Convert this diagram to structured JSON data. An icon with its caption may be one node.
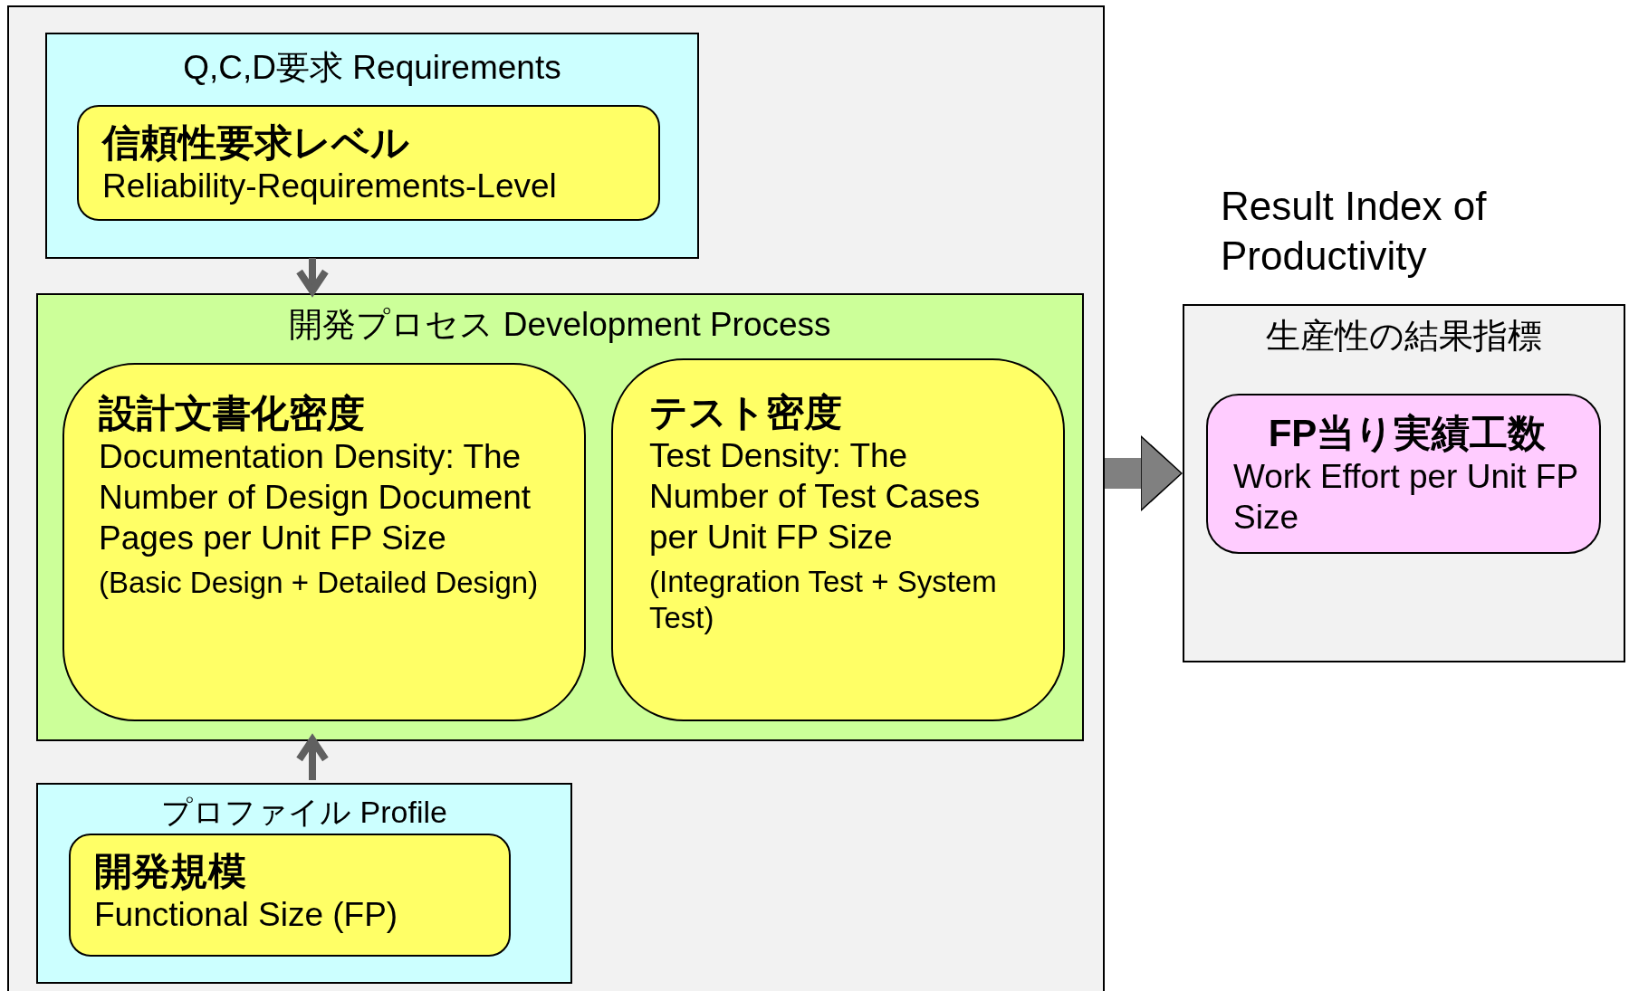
{
  "diagram": {
    "nodes": [
      {
        "text": [],
        "shape": "box"
      },
      {
        "text": [
          "Q,C,D要求 Requirements"
        ],
        "in": 0
      },
      {
        "text": [
          "信頼性要求レベル",
          "Reliability-Requirements-Level"
        ],
        "in": 1
      },
      {
        "text": [
          "開発プロセス Development Process"
        ],
        "in": 0
      },
      {
        "text": [
          "設計文書化密度",
          "Documentation Density: The Number of Design Document Pages per Unit FP Size",
          "(Basic Design + Detailed Design)"
        ],
        "in": 3
      },
      {
        "text": [
          "テスト密度",
          "Test Density: The Number of Test Cases per Unit FP Size",
          "(Integration Test + System Test)"
        ],
        "in": 3
      },
      {
        "text": [
          "プロファイル Profile"
        ],
        "in": 0
      },
      {
        "text": [
          "開発規模",
          "Functional Size (FP)"
        ],
        "in": 6
      },
      {
        "text": [
          "Result Index of Productivity",
          "生産性の結果指標"
        ]
      },
      {
        "text": [
          "FP当り実績工数",
          "Work Effort per Unit FP Size"
        ],
        "in": 8
      }
    ],
    "edges": [
      {
        "from": 1,
        "to": 3,
        "arrow": "to"
      },
      {
        "from": 6,
        "to": 3,
        "arrow": "to"
      },
      {
        "from": 0,
        "to": 8,
        "arrow": "to",
        "style": "thick"
      }
    ]
  }
}
